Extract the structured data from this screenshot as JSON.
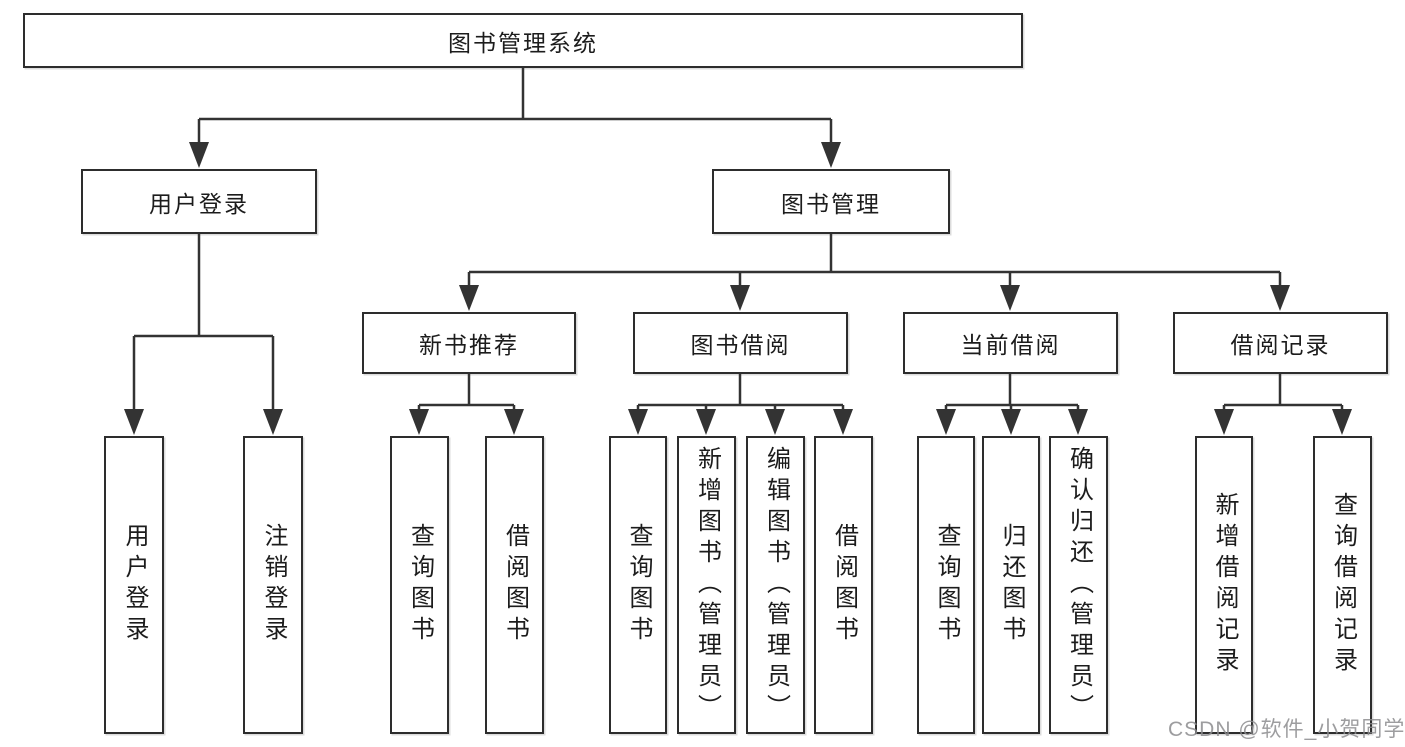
{
  "tree": {
    "root": {
      "label": "图书管理系统",
      "children": [
        {
          "label": "用户登录",
          "children": [
            {
              "label": "用户登录"
            },
            {
              "label": "注销登录"
            }
          ]
        },
        {
          "label": "图书管理",
          "children": [
            {
              "label": "新书推荐",
              "children": [
                {
                  "label": "查询图书"
                },
                {
                  "label": "借阅图书"
                }
              ]
            },
            {
              "label": "图书借阅",
              "children": [
                {
                  "label": "查询图书"
                },
                {
                  "label": "新增图书（管理员）"
                },
                {
                  "label": "编辑图书（管理员）"
                },
                {
                  "label": "借阅图书"
                }
              ]
            },
            {
              "label": "当前借阅",
              "children": [
                {
                  "label": "查询图书"
                },
                {
                  "label": "归还图书"
                },
                {
                  "label": "确认归还（管理员）"
                }
              ]
            },
            {
              "label": "借阅记录",
              "children": [
                {
                  "label": "新增借阅记录"
                },
                {
                  "label": "查询借阅记录"
                }
              ]
            }
          ]
        }
      ]
    }
  },
  "watermark": "CSDN @软件_小贺同学",
  "colors": {
    "line": "#333333",
    "box_border": "#2d2d2d",
    "text": "#1c1c1c",
    "watermark": "#8c8c8e",
    "background": "#ffffff"
  }
}
